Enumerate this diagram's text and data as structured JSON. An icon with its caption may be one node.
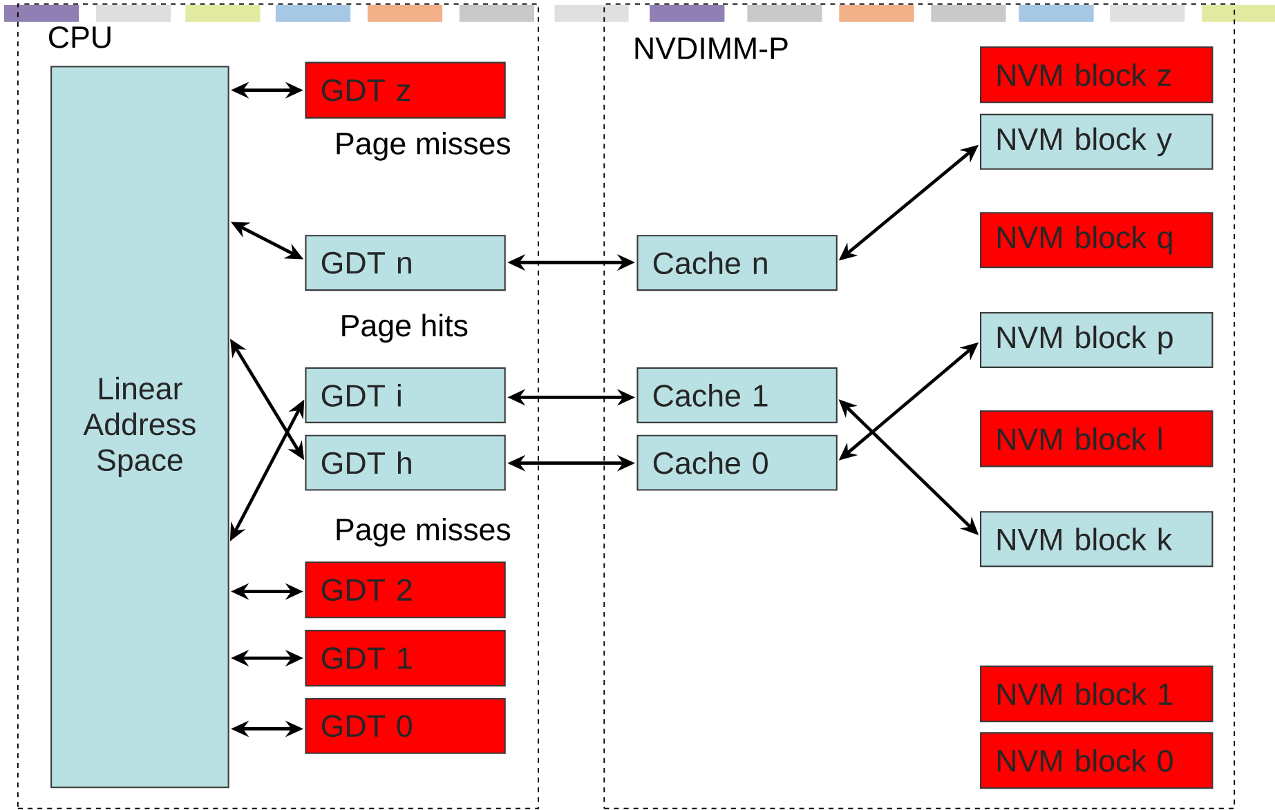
{
  "diagram": {
    "nodes": [
      {
        "text": [
          "CPU"
        ]
      },
      {
        "text": [
          "NVDIMM-P"
        ]
      },
      {
        "text": [
          "Linear Address Space"
        ],
        "in": 0
      },
      {
        "text": [
          "GDT z"
        ],
        "in": 0
      },
      {
        "text": [
          "GDT n"
        ],
        "in": 0
      },
      {
        "text": [
          "GDT i"
        ],
        "in": 0
      },
      {
        "text": [
          "GDT h"
        ],
        "in": 0
      },
      {
        "text": [
          "GDT 2"
        ],
        "in": 0
      },
      {
        "text": [
          "GDT 1"
        ],
        "in": 0
      },
      {
        "text": [
          "GDT 0"
        ],
        "in": 0
      },
      {
        "text": [
          "Cache n"
        ],
        "in": 1
      },
      {
        "text": [
          "Cache 1"
        ],
        "in": 1
      },
      {
        "text": [
          "Cache 0"
        ],
        "in": 1
      },
      {
        "text": [
          "NVM block z"
        ],
        "in": 1
      },
      {
        "text": [
          "NVM block y"
        ],
        "in": 1
      },
      {
        "text": [
          "NVM block q"
        ],
        "in": 1
      },
      {
        "text": [
          "NVM block p"
        ],
        "in": 1
      },
      {
        "text": [
          "NVM block l"
        ],
        "in": 1
      },
      {
        "text": [
          "NVM block k"
        ],
        "in": 1
      },
      {
        "text": [
          "NVM block 1"
        ],
        "in": 1
      },
      {
        "text": [
          "NVM block 0"
        ],
        "in": 1
      }
    ],
    "edges": [
      {
        "from": 2,
        "to": 3,
        "arrow": "both"
      },
      {
        "from": 2,
        "to": 4,
        "arrow": "both"
      },
      {
        "from": 2,
        "to": 6,
        "arrow": "both"
      },
      {
        "from": 2,
        "to": 5,
        "arrow": "both"
      },
      {
        "from": 2,
        "to": 7,
        "arrow": "both"
      },
      {
        "from": 2,
        "to": 8,
        "arrow": "both"
      },
      {
        "from": 2,
        "to": 9,
        "arrow": "both"
      },
      {
        "from": 4,
        "to": 10,
        "arrow": "both"
      },
      {
        "from": 5,
        "to": 11,
        "arrow": "both"
      },
      {
        "from": 6,
        "to": 12,
        "arrow": "both"
      },
      {
        "from": 10,
        "to": 14,
        "arrow": "both"
      },
      {
        "from": 12,
        "to": 16,
        "arrow": "both"
      },
      {
        "from": 11,
        "to": 18,
        "arrow": "both"
      }
    ],
    "labels": [
      "Page misses",
      "Page hits",
      "Page misses"
    ]
  }
}
